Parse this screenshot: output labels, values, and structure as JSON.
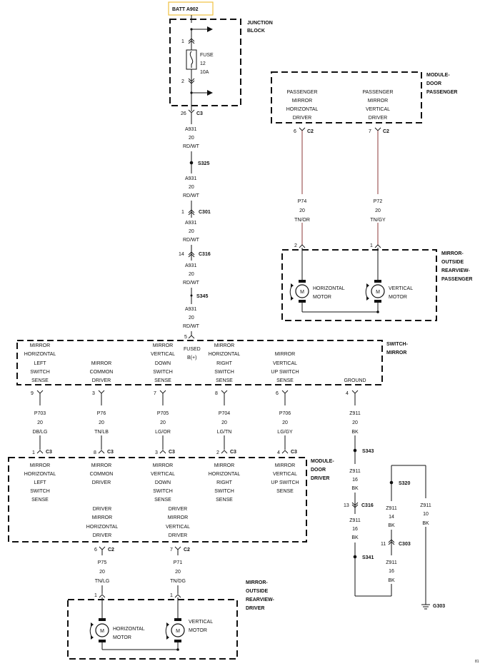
{
  "battery": {
    "label": "BATT A902",
    "border_color": "#f0c040"
  },
  "junction_block": {
    "label": [
      "JUNCTION",
      "BLOCK"
    ],
    "pin_in": "1",
    "pin_out": "2",
    "fuse": [
      "FUSE",
      "12",
      "10A"
    ]
  },
  "feed_wire": {
    "c3": {
      "pin": "26",
      "name": "C3"
    },
    "seg": [
      "A931",
      "20",
      "RD/WT"
    ],
    "s325": "S325",
    "c301": {
      "pin": "1",
      "name": "C301"
    },
    "c316": {
      "pin": "14",
      "name": "C316"
    },
    "s345": "S345",
    "pin5": "5"
  },
  "module_door_passenger": {
    "label": [
      "MODULE-",
      "DOOR",
      "PASSENGER"
    ],
    "left": [
      "PASSENGER",
      "MIRROR",
      "HORIZONTAL",
      "DRIVER"
    ],
    "right": [
      "PASSENGER",
      "MIRROR",
      "VERTICAL",
      "DRIVER"
    ],
    "c2_left": {
      "pin": "6",
      "name": "C2"
    },
    "c2_right": {
      "pin": "7",
      "name": "C2"
    },
    "wire_left": [
      "P74",
      "20",
      "TN/OR"
    ],
    "wire_right": [
      "P72",
      "20",
      "TN/GY"
    ]
  },
  "mirror_passenger": {
    "label": [
      "MIRROR-",
      "OUTSIDE",
      "REARVIEW-",
      "PASSENGER"
    ],
    "pin_left": "2",
    "pin_right": "1",
    "motor_h": [
      "HORIZONTAL",
      "MOTOR"
    ],
    "motor_v": [
      "VERTICAL",
      "MOTOR"
    ],
    "motor_symbol": "M"
  },
  "switch_mirror": {
    "label": [
      "SWITCH-",
      "MIRROR"
    ],
    "fused": [
      "FUSED",
      "B(+)"
    ],
    "cols": [
      [
        "MIRROR",
        "HORIZONTAL",
        "LEFT",
        "SWITCH",
        "SENSE"
      ],
      [
        "MIRROR",
        "COMMON",
        "DRIVER"
      ],
      [
        "MIRROR",
        "VERTICAL",
        "DOWN",
        "SWITCH",
        "SENSE"
      ],
      [
        "MIRROR",
        "HORIZONTAL",
        "RIGHT",
        "SWITCH",
        "SENSE"
      ],
      [
        "MIRROR",
        "VERTICAL",
        "UP SWITCH",
        "SENSE"
      ],
      [
        "GROUND"
      ]
    ],
    "pins": [
      "9",
      "3",
      "7",
      "8",
      "6",
      "4"
    ]
  },
  "mid_wires": [
    [
      "P703",
      "20",
      "DB/LG"
    ],
    [
      "P76",
      "20",
      "TN/LB"
    ],
    [
      "P705",
      "20",
      "LG/OR"
    ],
    [
      "P704",
      "20",
      "LG/TN"
    ],
    [
      "P706",
      "20",
      "LG/GY"
    ]
  ],
  "c3_lower": [
    {
      "pin": "1",
      "name": "C3"
    },
    {
      "pin": "8",
      "name": "C3"
    },
    {
      "pin": "3",
      "name": "C3"
    },
    {
      "pin": "2",
      "name": "C3"
    },
    {
      "pin": "4",
      "name": "C3"
    }
  ],
  "module_door_driver": {
    "label": [
      "MODULE-",
      "DOOR",
      "DRIVER"
    ],
    "top_cols": [
      [
        "MIRROR",
        "HORIZONTAL",
        "LEFT",
        "SWITCH",
        "SENSE"
      ],
      [
        "MIRROR",
        "COMMON",
        "DRIVER"
      ],
      [
        "MIRROR",
        "VERTICAL",
        "DOWN",
        "SWITCH",
        "SENSE"
      ],
      [
        "MIRROR",
        "HORIZONTAL",
        "RIGHT",
        "SWITCH",
        "SENSE"
      ],
      [
        "MIRROR",
        "VERTICAL",
        "UP SWITCH",
        "SENSE"
      ]
    ],
    "bottom_left": [
      "DRIVER",
      "MIRROR",
      "HORIZONTAL",
      "DRIVER"
    ],
    "bottom_right": [
      "DRIVER",
      "MIRROR",
      "VERTICAL",
      "DRIVER"
    ],
    "c2_left": {
      "pin": "6",
      "name": "C2"
    },
    "c2_right": {
      "pin": "7",
      "name": "C2"
    },
    "wire_left": [
      "P75",
      "20",
      "TN/LG"
    ],
    "wire_right": [
      "P71",
      "20",
      "TN/DG"
    ]
  },
  "mirror_driver": {
    "label": [
      "MIRROR-",
      "OUTSIDE",
      "REARVIEW-",
      "DRIVER"
    ],
    "pin_left": "1",
    "pin_right": "1",
    "motor_h": [
      "HORIZONTAL",
      "MOTOR"
    ],
    "motor_v": [
      "VERTICAL",
      "MOTOR"
    ],
    "motor_symbol": "M"
  },
  "ground_circuit": {
    "wire1": [
      "Z911",
      "20",
      "BK"
    ],
    "s343": "S343",
    "wire2": [
      "Z911",
      "16",
      "BK"
    ],
    "c316": {
      "pin": "13",
      "name": "C316"
    },
    "wire3": [
      "Z911",
      "16",
      "BK"
    ],
    "s341": "S341",
    "s320": "S320",
    "wire4": [
      "Z911",
      "14",
      "BK"
    ],
    "c303": {
      "pin": "11",
      "name": "C303"
    },
    "wire5": [
      "Z911",
      "16",
      "BK"
    ],
    "wire6": [
      "Z911",
      "10",
      "BK"
    ],
    "g303": "G303"
  },
  "page_number": "81",
  "colors": {
    "wire_highlight": "#a05a5a",
    "line": "#111111"
  }
}
